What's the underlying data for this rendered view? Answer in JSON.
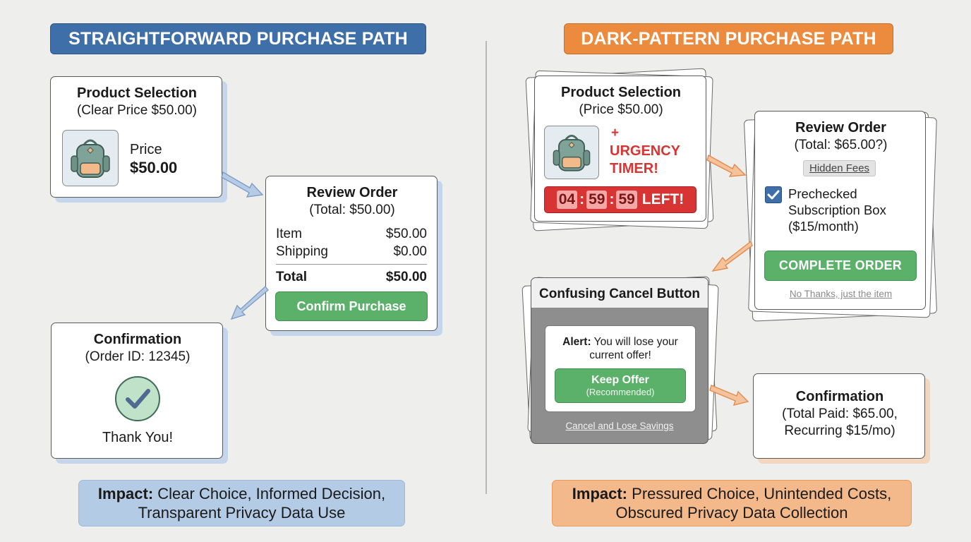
{
  "left": {
    "title": "STRAIGHTFORWARD PURCHASE PATH",
    "product": {
      "heading": "Product Selection",
      "subheading": "(Clear Price $50.00)",
      "price_label": "Price",
      "price_value": "$50.00"
    },
    "review": {
      "heading": "Review Order",
      "subheading": "(Total: $50.00)",
      "rows": [
        {
          "label": "Item",
          "value": "$50.00"
        },
        {
          "label": "Shipping",
          "value": "$0.00"
        }
      ],
      "total_label": "Total",
      "total_value": "$50.00",
      "button_label": "Confirm Purchase"
    },
    "confirmation": {
      "heading": "Confirmation",
      "subheading": "(Order ID: 12345)",
      "thanks": "Thank You!"
    },
    "impact": {
      "label": "Impact:",
      "line1": "Clear Choice, Informed Decision,",
      "line2": "Transparent Privacy Data Use"
    }
  },
  "right": {
    "title": "DARK-PATTERN PURCHASE PATH",
    "product": {
      "heading": "Product Selection",
      "subheading": "(Price $50.00)",
      "plus": "+",
      "urgency_line1": "URGENCY",
      "urgency_line2": "TIMER!",
      "timer_hh": "04",
      "timer_mm": "59",
      "timer_ss": "59",
      "timer_suffix": "LEFT!"
    },
    "review": {
      "heading": "Review Order",
      "subheading": "(Total: $65.00?)",
      "hidden_fees": "Hidden Fees",
      "checkbox_line1": "Prechecked",
      "checkbox_line2": "Subscription Box",
      "checkbox_line3": "($15/month)",
      "button_label": "COMPLETE ORDER",
      "decline_link": "No Thanks, just the item"
    },
    "cancel": {
      "heading": "Confusing Cancel Button",
      "alert_label": "Alert:",
      "alert_line1": "You will lose your",
      "alert_line2": "current offer!",
      "keep_label": "Keep Offer",
      "keep_sub": "(Recommended)",
      "cancel_link": "Cancel and Lose Savings"
    },
    "confirmation": {
      "heading": "Confirmation",
      "line1": "(Total Paid: $65.00,",
      "line2": "Recurring $15/mo)"
    },
    "impact": {
      "label": "Impact:",
      "line1": "Pressured Choice, Unintended Costs,",
      "line2": "Obscured Privacy Data Collection"
    }
  },
  "colors": {
    "left_accent": "#3f6fa8",
    "right_accent": "#ec8b3e",
    "confirm_green": "#5cb16a",
    "urgency_red": "#d93434",
    "left_impact_bg": "#b4cbe6",
    "right_impact_bg": "#f3b98a"
  },
  "icons": {
    "backpack": "backpack-icon",
    "check": "check-circle-icon",
    "checkbox": "checkbox-checked-icon",
    "arrow": "flow-arrow-icon"
  }
}
